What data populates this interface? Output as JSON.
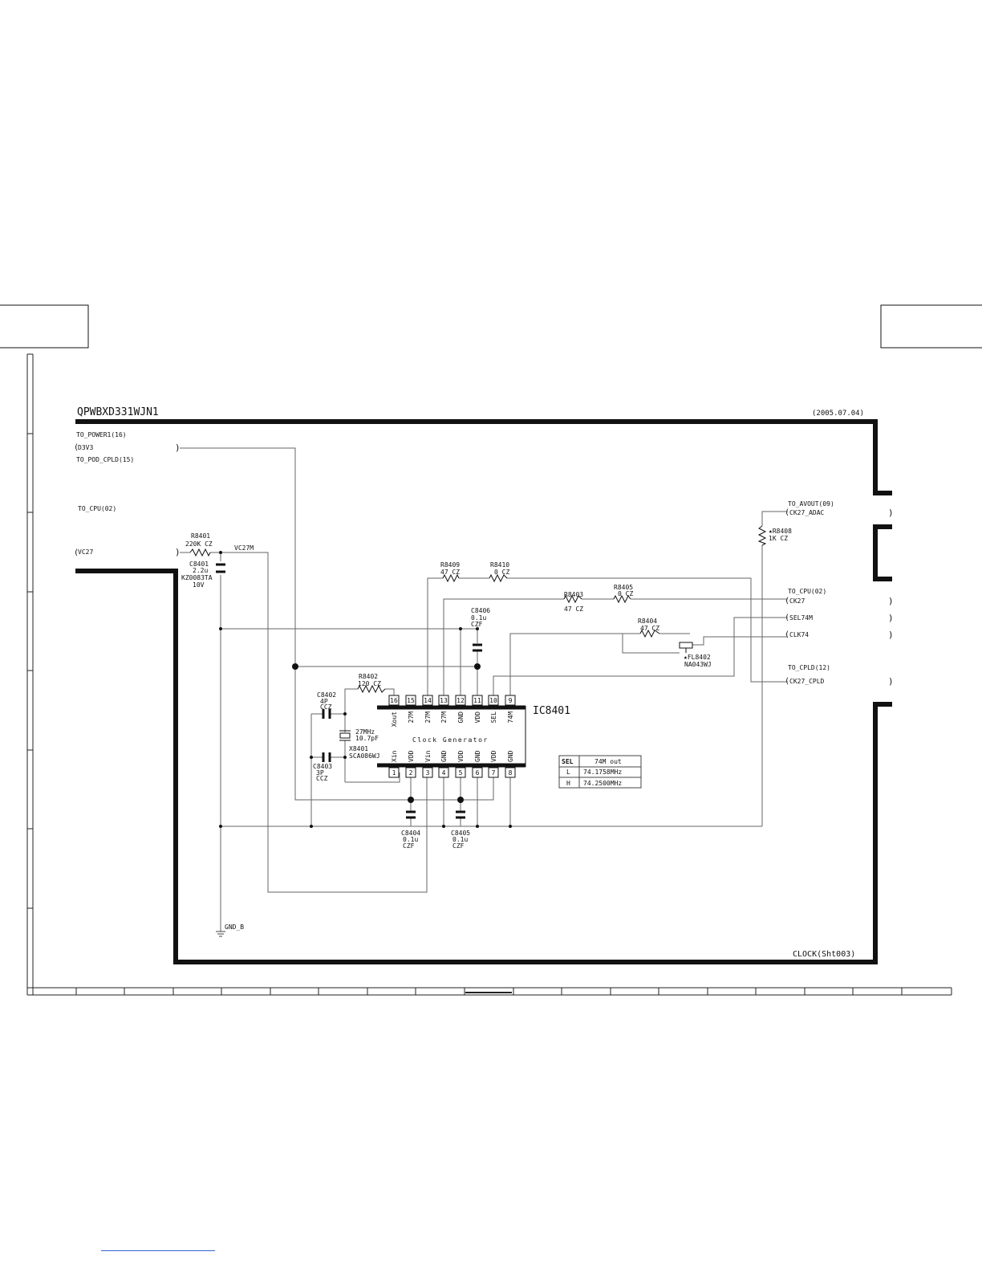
{
  "sheet": {
    "board_id": "QPWBXD331WJN1",
    "date": "(2005.07.04)",
    "page_ref": "CLOCK(Sht003)"
  },
  "ports": {
    "to_power1": "TO_POWER1(16)",
    "d3v3": "D3V3",
    "to_pod_cpld": "TO_POD_CPLD(15)",
    "to_cpu_left": "TO_CPU(02)",
    "vc27": "VC27",
    "to_avout": "TO_AVOUT(09)",
    "ck27_adac": "CK27_ADAC",
    "to_cpu_right": "TO_CPU(02)",
    "ck27": "CK27",
    "sel74m": "SEL74M",
    "clk74": "CLK74",
    "to_cpld": "TO_CPLD(12)",
    "ck27_cpld": "CK27_CPLD"
  },
  "nets": {
    "vc27m": "VC27M",
    "gnd_b": "GND_B"
  },
  "components": {
    "r8401": {
      "ref": "R8401",
      "value": "220K CZ"
    },
    "c8401": {
      "ref": "C8401",
      "value": "2.2u",
      "part": "KZ0083TA",
      "rating": "10V"
    },
    "r8409": {
      "ref": "R8409",
      "value": "47 CZ"
    },
    "r8410": {
      "ref": "R8410",
      "value": "0 CZ"
    },
    "r8403": {
      "ref": "R8403",
      "value": "47 CZ"
    },
    "r8405": {
      "ref": "R8405",
      "value": "0 CZ"
    },
    "r8404": {
      "ref": "R8404",
      "value": "47 CZ"
    },
    "r8408": {
      "ref": "★R8408",
      "value": "1K CZ"
    },
    "c8406": {
      "ref": "C8406",
      "value": "0.1u",
      "type": "CZF"
    },
    "fl8402": {
      "ref": "★FL8402",
      "part": "NA043WJ"
    },
    "r8402": {
      "ref": "R8402",
      "value": "120 CZ"
    },
    "c8402": {
      "ref": "C8402",
      "value": "4P",
      "type": "CCZ"
    },
    "x8401": {
      "ref": "X8401",
      "part": "SCA086WJ",
      "freq": "27MHz",
      "cap": "10.7pF"
    },
    "c8403": {
      "ref": "C8403",
      "value": "3P",
      "type": "CCZ"
    },
    "c8404": {
      "ref": "C8404",
      "value": "0.1u",
      "type": "CZF"
    },
    "c8405": {
      "ref": "C8405",
      "value": "0.1u",
      "type": "CZF"
    }
  },
  "ic": {
    "ref": "IC8401",
    "name": "Clock Generator",
    "top_pins": [
      {
        "num": "16",
        "name": "Xout"
      },
      {
        "num": "15",
        "name": "27M"
      },
      {
        "num": "14",
        "name": "27M"
      },
      {
        "num": "13",
        "name": "27M"
      },
      {
        "num": "12",
        "name": "GND"
      },
      {
        "num": "11",
        "name": "VDD"
      },
      {
        "num": "10",
        "name": "SEL"
      },
      {
        "num": "9",
        "name": "74M"
      }
    ],
    "bottom_pins": [
      {
        "num": "1",
        "name": "Xin"
      },
      {
        "num": "2",
        "name": "VDD"
      },
      {
        "num": "3",
        "name": "Vin"
      },
      {
        "num": "4",
        "name": "GND"
      },
      {
        "num": "5",
        "name": "VDD"
      },
      {
        "num": "6",
        "name": "GND"
      },
      {
        "num": "7",
        "name": "VDD"
      },
      {
        "num": "8",
        "name": "GND"
      }
    ]
  },
  "sel_table": {
    "headers": [
      "SEL",
      "74M out"
    ],
    "rows": [
      [
        "L",
        "74.1758MHz"
      ],
      [
        "H",
        "74.2500MHz"
      ]
    ]
  }
}
